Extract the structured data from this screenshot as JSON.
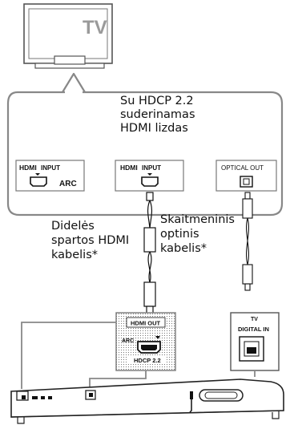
{
  "tv": {
    "label": "TV"
  },
  "tv_panel": {
    "caption_lines": [
      "Su HDCP 2.2",
      "suderinamas",
      "HDMI lizdas"
    ],
    "ports": {
      "hdmi_arc": {
        "logo": "HDMI",
        "label": "INPUT",
        "sublabel": "ARC"
      },
      "hdmi_hdcp": {
        "logo": "HDMI",
        "label": "INPUT"
      },
      "optical": {
        "label": "OPTICAL OUT"
      }
    }
  },
  "cables": {
    "hdmi_lines": [
      "Didelės",
      "spartos HDMI",
      "kabelis*"
    ],
    "optical_lines": [
      "Skaitmeninis",
      "optinis",
      "kabelis*"
    ]
  },
  "soundbar_ports": {
    "hdmi_out": {
      "label": "HDMI OUT",
      "sub_left": "ARC",
      "sub_bottom": "HDCP 2.2"
    },
    "digital_in": {
      "top": "TV",
      "label": "DIGITAL IN"
    }
  }
}
